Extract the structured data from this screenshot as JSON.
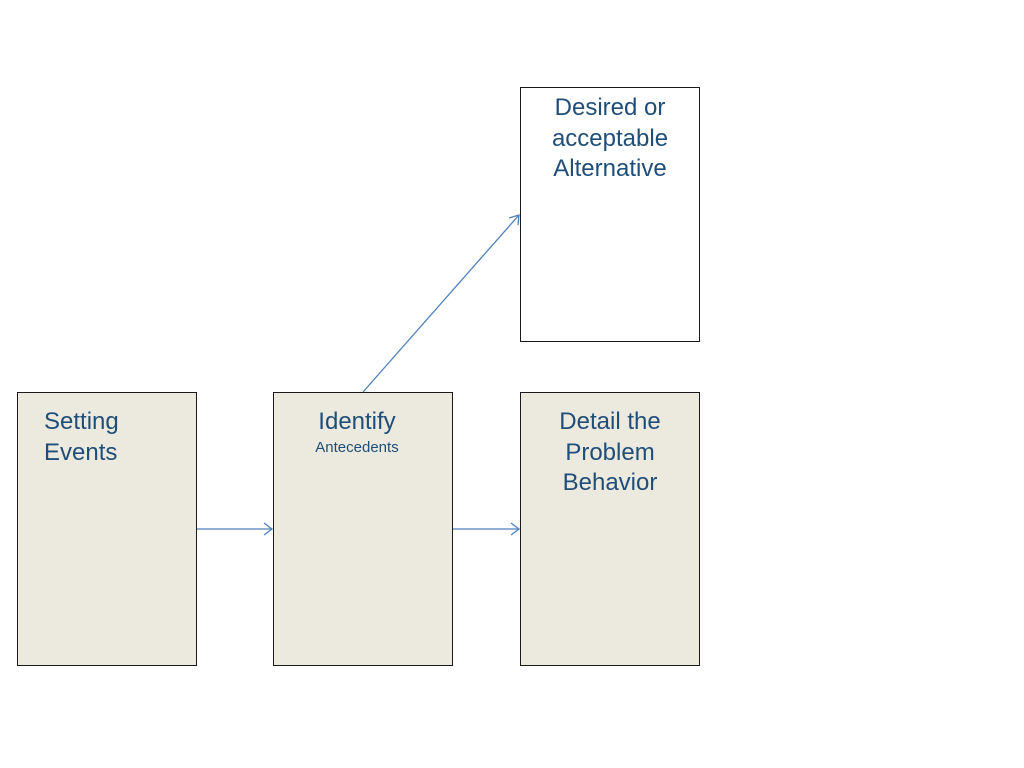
{
  "diagram": {
    "nodes": {
      "setting_events": {
        "lines": [
          "Setting",
          "Events"
        ]
      },
      "identify": {
        "title": "Identify",
        "subtitle": "Antecedents"
      },
      "detail": {
        "lines": [
          "Detail the",
          "Problem",
          "Behavior"
        ]
      },
      "alternative": {
        "lines": [
          "Desired or",
          "acceptable",
          "Alternative"
        ]
      }
    },
    "colors": {
      "text": "#1f4e79",
      "box_fill": "#ece9df",
      "box_border": "#1a1a1a",
      "arrow": "#4f81bd"
    }
  }
}
